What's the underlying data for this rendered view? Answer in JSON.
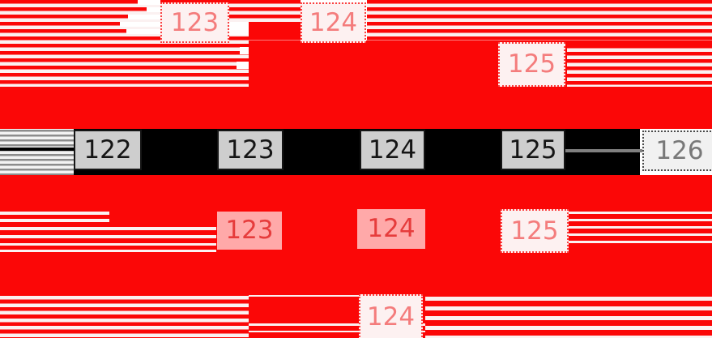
{
  "figure": {
    "type": "document-page-alignment-diff",
    "top_labels": [
      "123",
      "124",
      "125"
    ],
    "spine_pages": [
      "122",
      "123",
      "124",
      "125"
    ],
    "next_page_label": "126",
    "bottom_labels": [
      "123",
      "124"
    ],
    "bottom_ghost_label": "125",
    "footer_ghost_label": "124",
    "colors": {
      "highlight_red": "#fb0707",
      "line_gap_pink": "#fbf1f1",
      "ghost_box_fill": "#fdf1f1",
      "ghost_box_border": "#fb4040",
      "ghost_box_text": "#f47c7c",
      "added_box_fill": "#ffa9a9",
      "added_box_text": "#e63c3c",
      "spine_bar": "#000000",
      "spine_box_fill": "#cecece",
      "spine_box_text": "#151515",
      "next_page_fill": "#f1f1f1",
      "next_page_text": "#787878",
      "connector_gray": "#808080"
    }
  }
}
